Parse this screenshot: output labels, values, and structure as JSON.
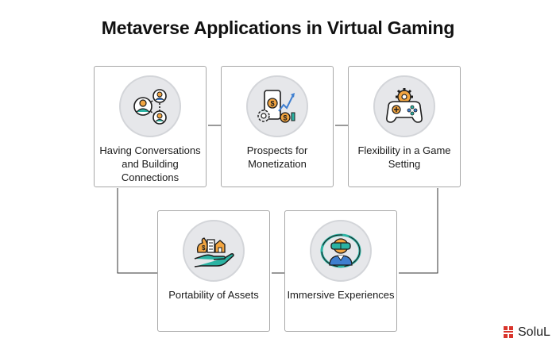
{
  "title": "Metaverse Applications in Virtual Gaming",
  "cards": [
    {
      "label": "Having Conversations and Building Connections",
      "icon": "people-network-icon"
    },
    {
      "label": "Prospects for Monetization",
      "icon": "monetization-phone-icon"
    },
    {
      "label": "Flexibility in a Game Setting",
      "icon": "gamepad-gear-icon"
    },
    {
      "label": "Portability of Assets",
      "icon": "hand-assets-icon"
    },
    {
      "label": "Immersive Experiences",
      "icon": "vr-headset-icon"
    }
  ],
  "brand": {
    "name": "SoluL"
  },
  "colors": {
    "card_border": "#a8a8a8",
    "connector": "#333333",
    "icon_bg": "#e6e7ea",
    "accent_orange": "#f2a541",
    "accent_teal": "#2bb3a3",
    "accent_blue": "#3f7fd0",
    "brand_red": "#d9342b"
  }
}
